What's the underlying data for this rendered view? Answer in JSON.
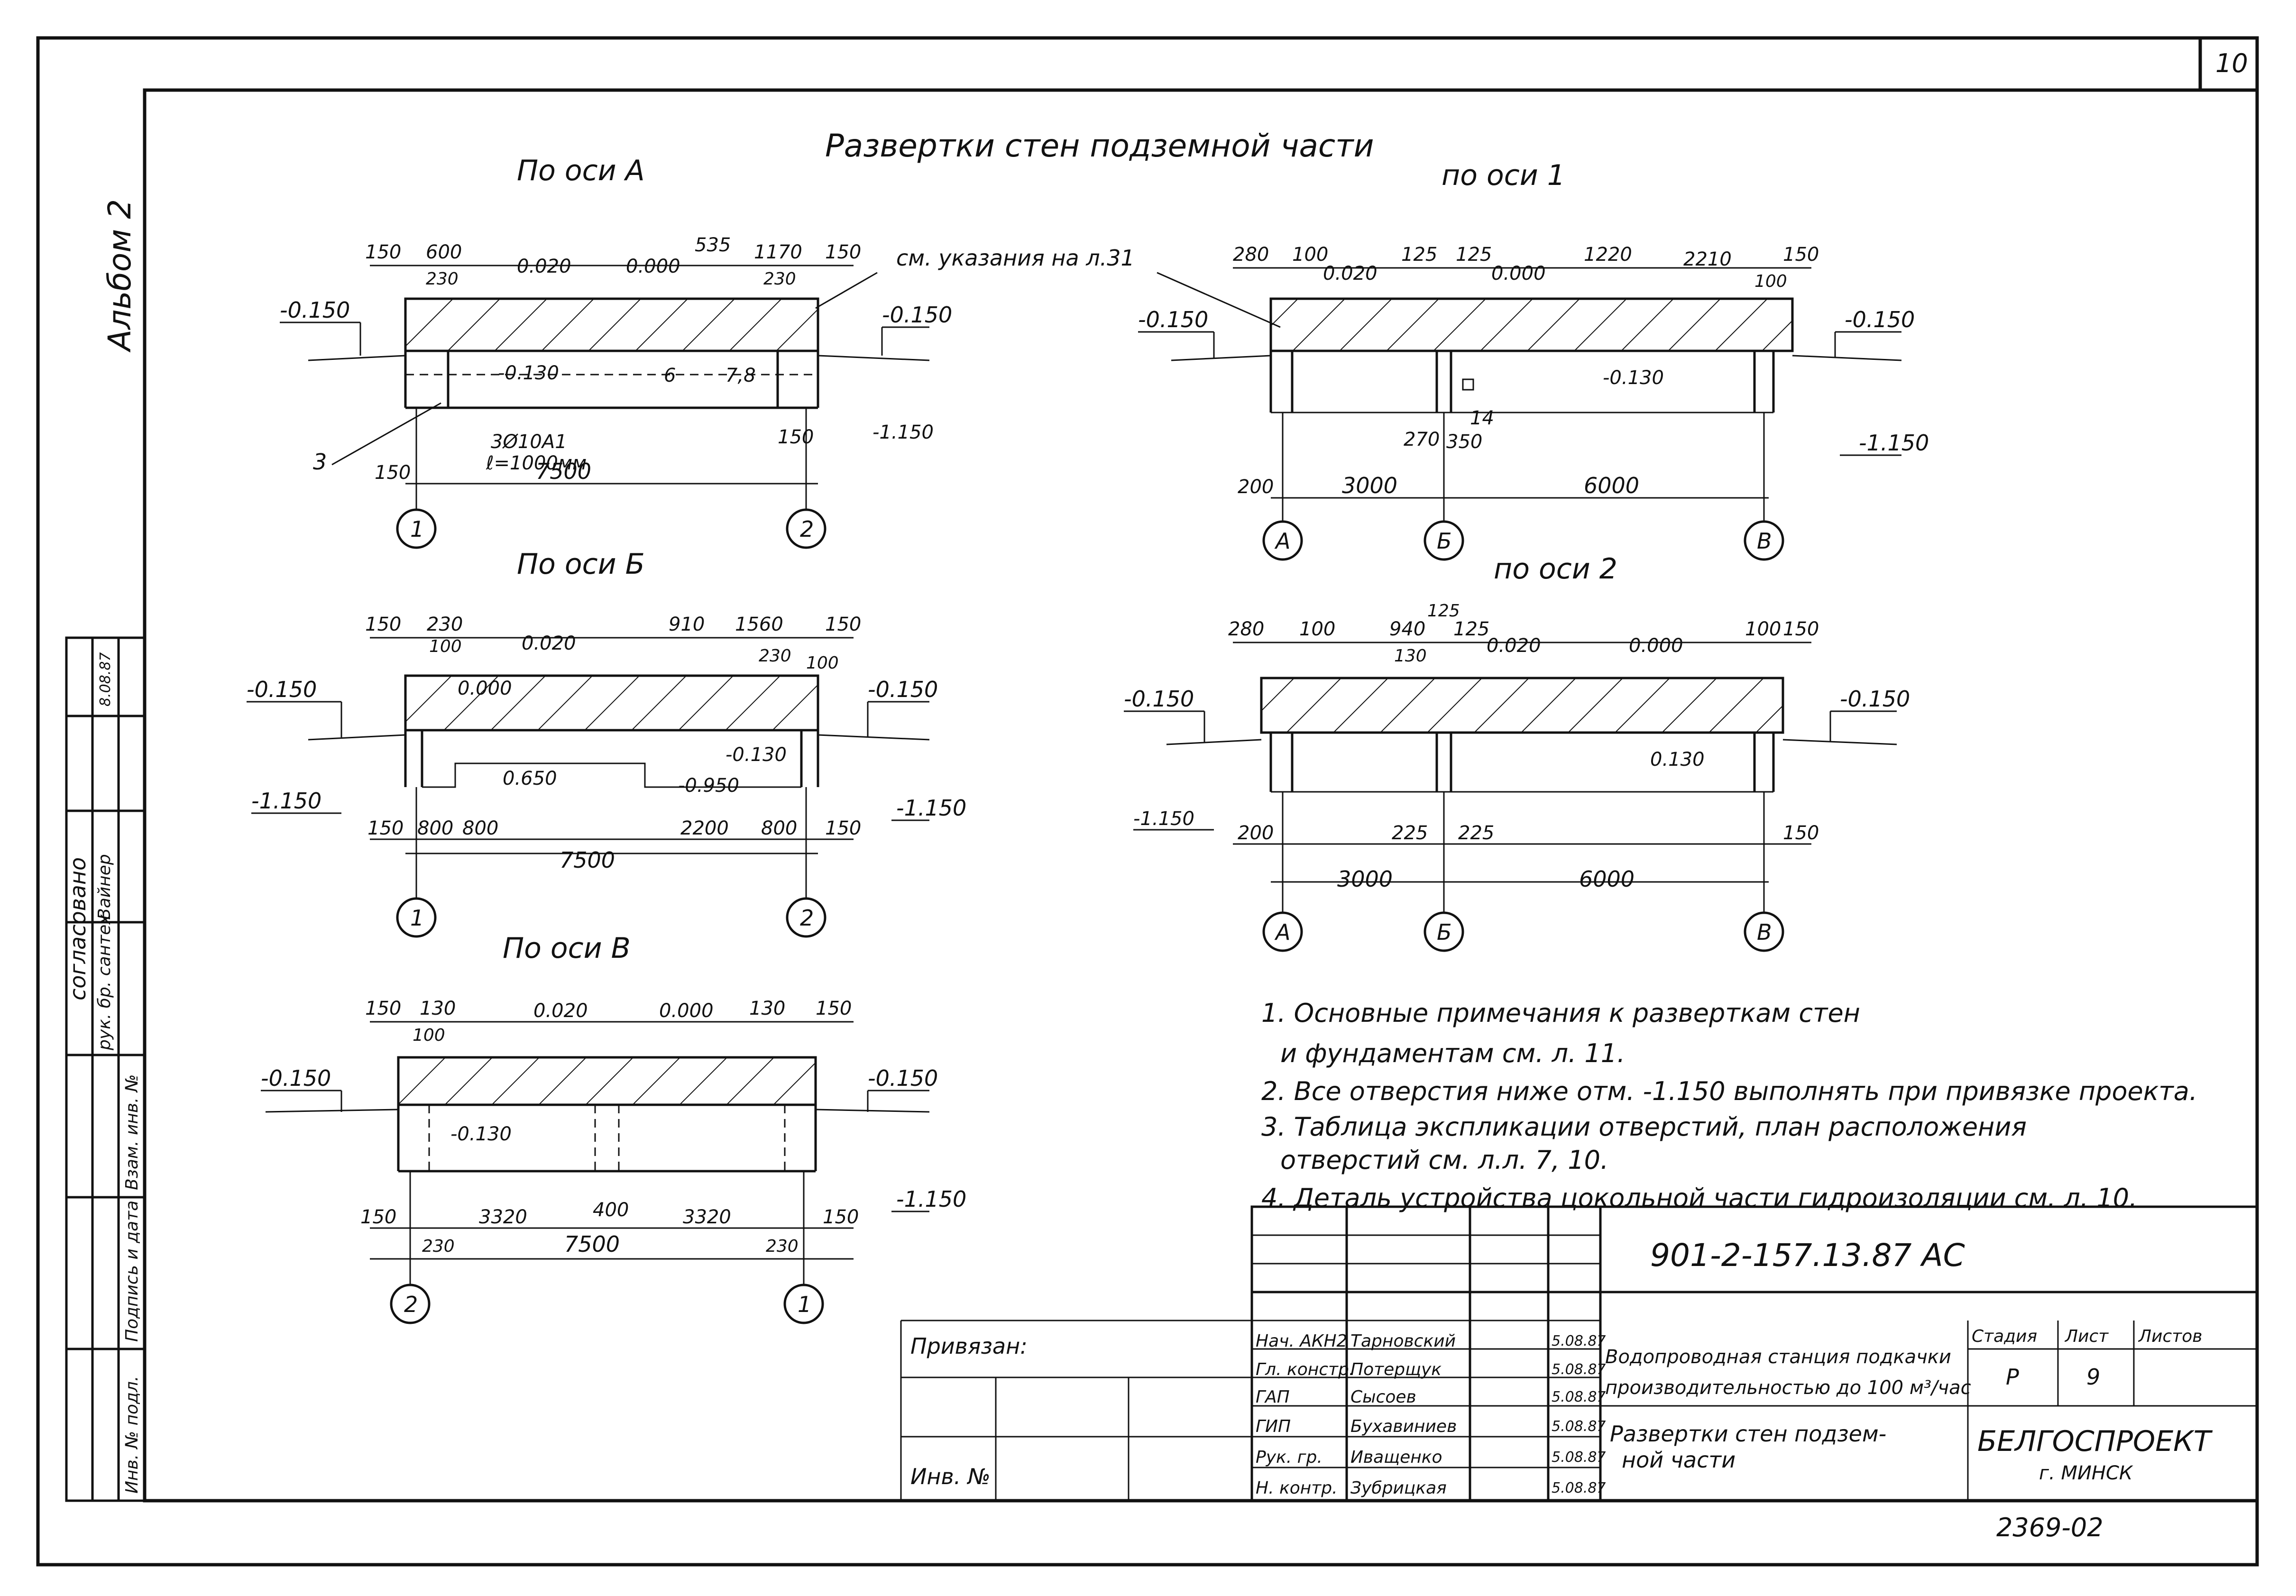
{
  "sheet_number": "10",
  "album_label": "Альбом 2",
  "title": "Развертки стен подземной части",
  "callout": "см. указания на л.31",
  "views": {
    "a": {
      "title": "По оси А",
      "dims_top": [
        "150",
        "600",
        "230",
        "0.020",
        "0.000",
        "535",
        "1170",
        "230",
        "150"
      ],
      "levels": [
        "-0.150",
        "-0.150",
        "-0.130",
        "-1.150"
      ],
      "marks": [
        "6",
        "7,8",
        "3",
        "150",
        "150"
      ],
      "note1": "3Ø10A1",
      "note2": "ℓ=1000мм",
      "span": "7500",
      "axes": [
        "1",
        "2"
      ]
    },
    "b": {
      "title": "По оси Б",
      "dims_top": [
        "150",
        "230",
        "100",
        "0.020",
        "910",
        "1560",
        "150",
        "230",
        "100"
      ],
      "levels": [
        "-0.150",
        "-0.150",
        "0.000",
        "-0.130",
        "-1.150",
        "-1.150",
        "0.650",
        "-0.950"
      ],
      "dims_bottom": [
        "150",
        "800",
        "800",
        "2200",
        "800",
        "150"
      ],
      "span": "7500",
      "axes": [
        "1",
        "2"
      ]
    },
    "v": {
      "title": "По оси В",
      "dims_top": [
        "150",
        "130",
        "100",
        "0.020",
        "0.000",
        "130",
        "150"
      ],
      "levels": [
        "-0.150",
        "-0.150",
        "-0.130",
        "-1.150"
      ],
      "dims_bottom": [
        "150",
        "3320",
        "400",
        "3320",
        "150",
        "230",
        "230"
      ],
      "span": "7500",
      "axes": [
        "2",
        "1"
      ]
    },
    "one": {
      "title": "по оси 1",
      "dims_top": [
        "280",
        "100",
        "0.020",
        "125",
        "125",
        "0.000",
        "1220",
        "2210",
        "150",
        "100"
      ],
      "levels": [
        "-0.150",
        "-0.150",
        "-0.130",
        "-1.150"
      ],
      "marks": [
        "14",
        "270",
        "350",
        "200"
      ],
      "dims_bottom": [
        "3000",
        "6000"
      ],
      "axes": [
        "А",
        "Б",
        "В"
      ]
    },
    "two": {
      "title": "по оси 2",
      "dims_top": [
        "280",
        "100",
        "940",
        "125",
        "125",
        "130",
        "0.020",
        "0.000",
        "100",
        "150"
      ],
      "levels": [
        "-0.150",
        "-0.150",
        "-1.150",
        "0.130"
      ],
      "dims_bottom": [
        "200",
        "225",
        "225",
        "150",
        "3000",
        "6000"
      ],
      "axes": [
        "А",
        "Б",
        "В"
      ]
    }
  },
  "notes": [
    "1. Основные примечания к разверткам стен",
    "и фундаментам см. л. 11.",
    "2. Все отверстия ниже отм. -1.150 выполнять при привязке проекта.",
    "3. Таблица экспликации отверстий, план расположения",
    "отверстий см. л.л. 7, 10.",
    "4. Деталь устройства цокольной части гидроизоляции см. л. 10."
  ],
  "side_stamp": {
    "agreed": "согласовано",
    "row1": [
      "рук. бр. сантех",
      "Вайнер",
      "8.08.87"
    ],
    "cols": [
      "Инв. № подл.",
      "Подпись и дата",
      "Взам. инв. №"
    ]
  },
  "title_block": {
    "code": "901-2-157.13.87 АС",
    "bound_label": "Привязан:",
    "inv_label": "Инв. №",
    "staff": [
      {
        "role": "Нач. АКН2",
        "name": "Тарновский",
        "date": "5.08.87"
      },
      {
        "role": "Гл. констр.",
        "name": "Потерщук",
        "date": "5.08.87"
      },
      {
        "role": "ГАП",
        "name": "Сысоев",
        "date": "5.08.87"
      },
      {
        "role": "ГИП",
        "name": "Бухавиниев",
        "date": "5.08.87"
      },
      {
        "role": "Рук. гр.",
        "name": "Иващенко",
        "date": "5.08.87"
      },
      {
        "role": "Н. контр.",
        "name": "Зубрицкая",
        "date": "5.08.87"
      }
    ],
    "project_name_1": "Водопроводная станция подкачки",
    "project_name_2": "производительностью до 100 м³/час",
    "sheet_title_1": "Развертки стен подзем-",
    "sheet_title_2": "ной части",
    "stage_label": "Стадия",
    "sheet_label": "Лист",
    "sheets_label": "Листов",
    "stage": "Р",
    "sheet": "9",
    "org_1": "БЕЛГОСПРОЕКТ",
    "org_2": "г. МИНСК",
    "archive": "2369-02"
  }
}
